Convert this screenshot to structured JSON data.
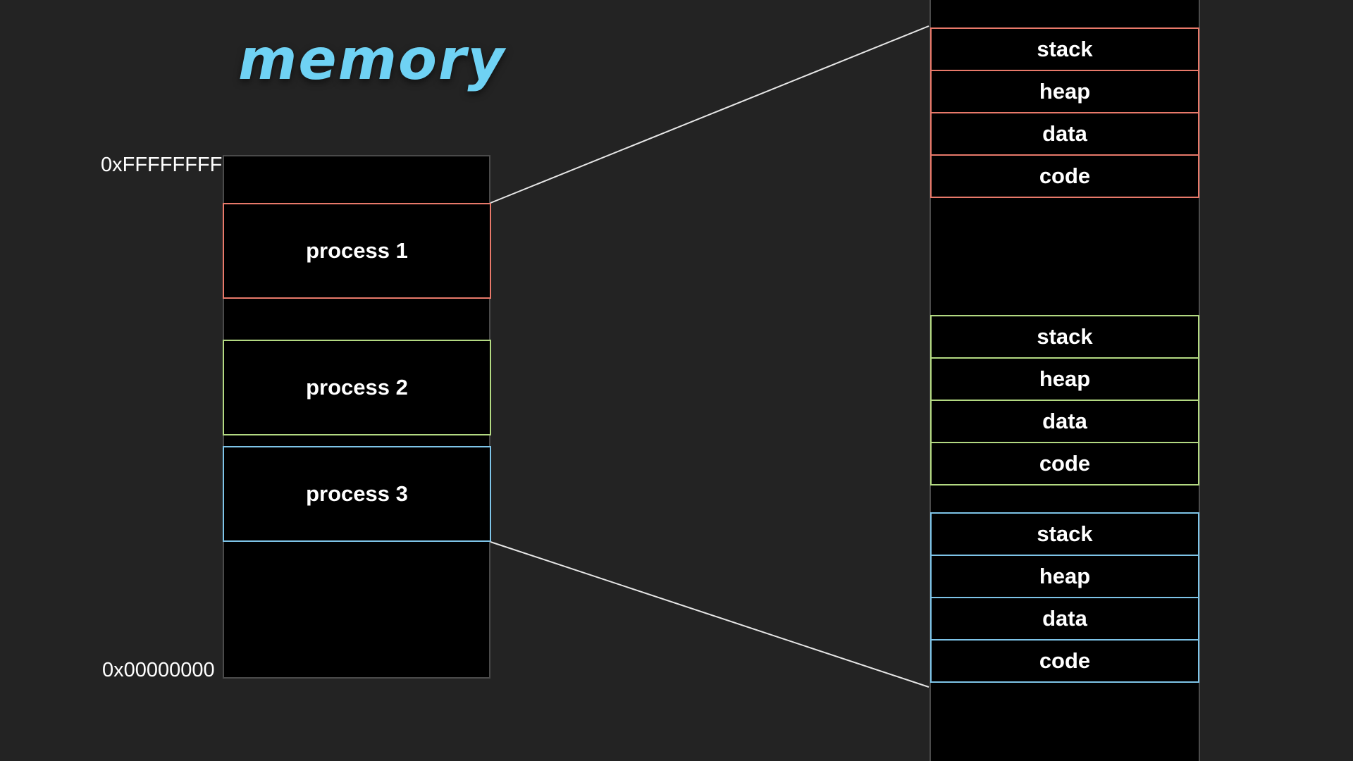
{
  "title": "memory",
  "address_high": "0xFFFFFFFF",
  "address_low": "0x00000000",
  "processes": [
    {
      "label": "process 1",
      "color": "#e8796a"
    },
    {
      "label": "process 2",
      "color": "#b3d982"
    },
    {
      "label": "process 3",
      "color": "#7ec4e8"
    }
  ],
  "segment_groups": [
    {
      "color": "#e8796a",
      "segments": [
        "stack",
        "heap",
        "data",
        "code"
      ]
    },
    {
      "color": "#b3d982",
      "segments": [
        "stack",
        "heap",
        "data",
        "code"
      ]
    },
    {
      "color": "#7ec4e8",
      "segments": [
        "stack",
        "heap",
        "data",
        "code"
      ]
    }
  ]
}
